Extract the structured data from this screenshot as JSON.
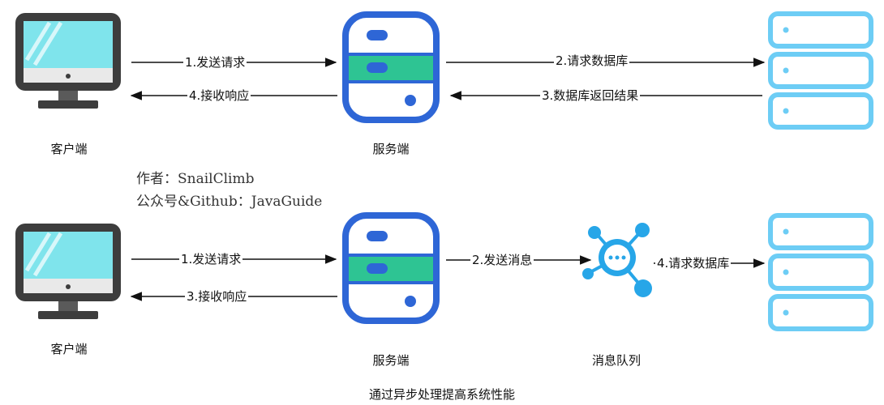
{
  "diagram_top": {
    "client_label": "客户端",
    "server_label": "服务端",
    "edges": {
      "send_request": "1.发送请求",
      "receive_response": "4.接收响应",
      "query_db": "2.请求数据库",
      "db_result": "3.数据库返回结果"
    }
  },
  "author": {
    "line1": "作者：SnailClimb",
    "line2": "公众号&Github：JavaGuide"
  },
  "diagram_bottom": {
    "client_label": "客户端",
    "server_label": "服务端",
    "mq_label": "消息队列",
    "edges": {
      "send_request": "1.发送请求",
      "receive_response": "3.接收响应",
      "send_message": "2.发送消息",
      "query_db": "4.请求数据库"
    }
  },
  "caption": "通过异步处理提高系统性能",
  "colors": {
    "server_blue": "#2e66d6",
    "server_green": "#2ec493",
    "monitor_screen": "#7fe4ec",
    "monitor_frame": "#3d3d3d",
    "db_blue": "#6dcdf5",
    "mq_blue": "#27a6e8"
  }
}
